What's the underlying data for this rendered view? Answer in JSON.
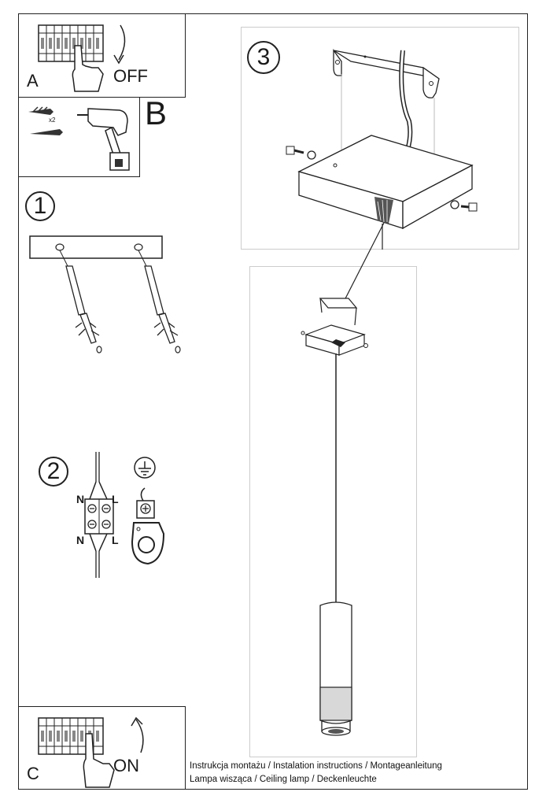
{
  "panels": {
    "a": {
      "letter": "A",
      "switch_label": "OFF"
    },
    "b": {
      "letter": "B",
      "anchor_count": "x2"
    },
    "c": {
      "letter": "C",
      "switch_label": "ON"
    }
  },
  "steps": {
    "one": "1",
    "two": "2",
    "three": "3"
  },
  "wiring": {
    "neutral_top": "N",
    "live_top": "L",
    "neutral_bottom": "N",
    "live_bottom": "L"
  },
  "instructions": {
    "line1": "Instrukcja montażu / Instalation instructions / Montageanleitung",
    "line2": "Lampa wisząca / Ceiling lamp / Deckenleuchte"
  },
  "colors": {
    "line": "#222222",
    "grey": "#bdbdbd",
    "panel_border": "#cccccc"
  }
}
